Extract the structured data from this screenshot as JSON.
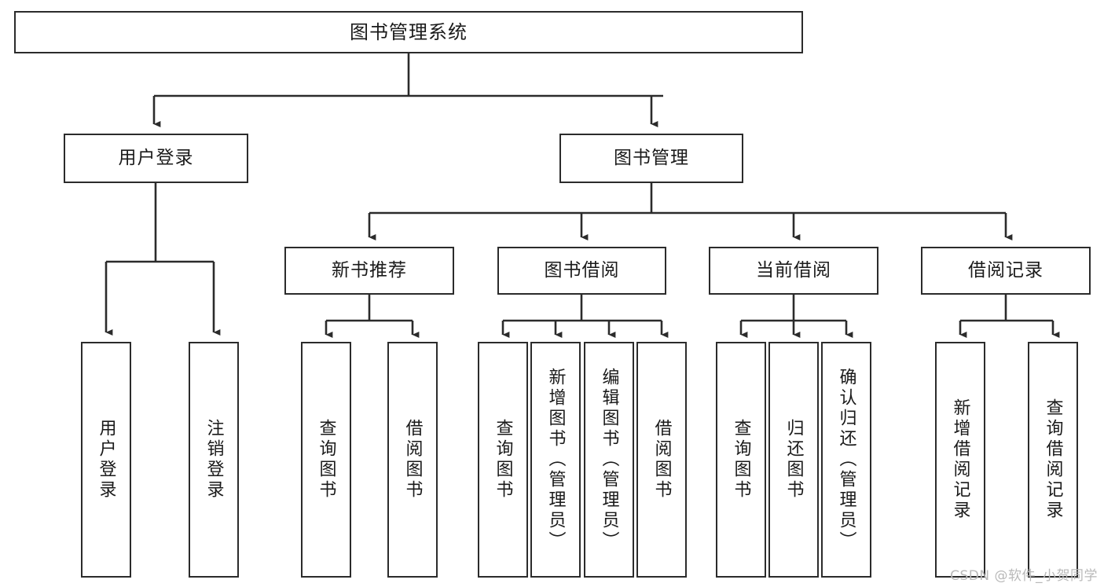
{
  "diagram": {
    "title": "图书管理系统",
    "type": "tree",
    "stroke_color": "#2b2b2b",
    "fill_color": "#ffffff",
    "root": {
      "label": "图书管理系统",
      "children": [
        {
          "label": "用户登录",
          "children": [
            {
              "label": "用户登录"
            },
            {
              "label": "注销登录"
            }
          ]
        },
        {
          "label": "图书管理",
          "children": [
            {
              "label": "新书推荐",
              "children": [
                {
                  "label": "查询图书"
                },
                {
                  "label": "借阅图书"
                }
              ]
            },
            {
              "label": "图书借阅",
              "children": [
                {
                  "label": "查询图书"
                },
                {
                  "label": "新增图书（管理员）"
                },
                {
                  "label": "编辑图书（管理员）"
                },
                {
                  "label": "借阅图书"
                }
              ]
            },
            {
              "label": "当前借阅",
              "children": [
                {
                  "label": "查询图书"
                },
                {
                  "label": "归还图书"
                },
                {
                  "label": "确认归还（管理员）"
                }
              ]
            },
            {
              "label": "借阅记录",
              "children": [
                {
                  "label": "新增借阅记录"
                },
                {
                  "label": "查询借阅记录"
                }
              ]
            }
          ]
        }
      ]
    }
  },
  "nodes": {
    "root": "图书管理系统",
    "user_login": "用户登录",
    "book_manage": "图书管理",
    "new_book_rec": "新书推荐",
    "book_borrow": "图书借阅",
    "current_borrow": "当前借阅",
    "borrow_record": "借阅记录",
    "leaf_user_login": "用户登录",
    "leaf_logout": "注销登录",
    "leaf_query_book_1": "查询图书",
    "leaf_borrow_book_1": "借阅图书",
    "leaf_query_book_2": "查询图书",
    "leaf_add_book": "新增图书（管理员）",
    "leaf_edit_book": "编辑图书（管理员）",
    "leaf_borrow_book_2": "借阅图书",
    "leaf_query_book_3": "查询图书",
    "leaf_return_book": "归还图书",
    "leaf_confirm_return": "确认归还（管理员）",
    "leaf_add_record": "新增借阅记录",
    "leaf_query_record": "查询借阅记录"
  },
  "watermark": {
    "text": "CSDN @软件_小贺同学"
  }
}
